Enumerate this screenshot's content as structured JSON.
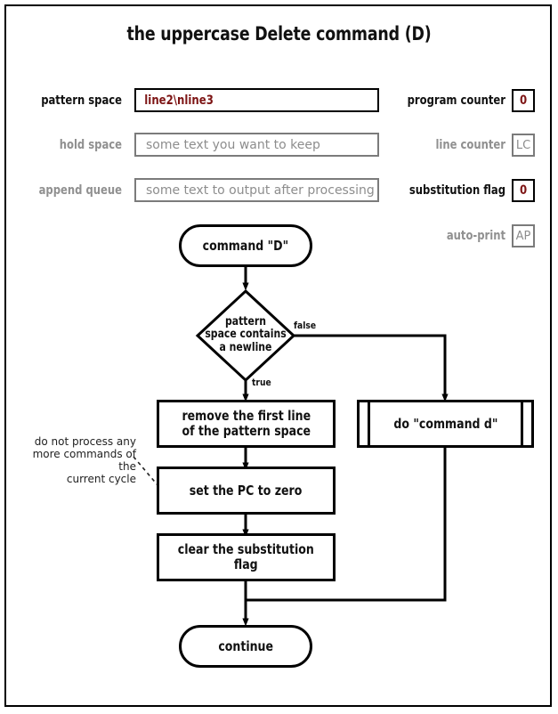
{
  "page": {
    "title": "the uppercase Delete command (D)",
    "border_color": "#000000",
    "background": "#ffffff"
  },
  "registers": {
    "left": [
      {
        "name": "pattern-space",
        "label": "pattern space",
        "value": "line2\\nline3",
        "state": "active",
        "value_color": "#7d1414"
      },
      {
        "name": "hold-space",
        "label": "hold space",
        "placeholder": "some text you want to keep",
        "state": "inactive"
      },
      {
        "name": "append-queue",
        "label": "append queue",
        "placeholder": "some text to output after processing",
        "state": "inactive"
      }
    ],
    "right": [
      {
        "name": "program-counter",
        "label": "program counter",
        "value": "0",
        "state": "active",
        "value_color": "#7d1414"
      },
      {
        "name": "line-counter",
        "label": "line counter",
        "placeholder": "LC",
        "state": "inactive"
      },
      {
        "name": "substitution-flag",
        "label": "substitution flag",
        "value": "0",
        "state": "active",
        "value_color": "#7d1414"
      },
      {
        "name": "auto-print",
        "label": "auto-print",
        "placeholder": "AP",
        "state": "inactive"
      }
    ]
  },
  "flowchart": {
    "nodes": {
      "start": {
        "label": "command \"D\"",
        "shape": "terminal"
      },
      "decision": {
        "label": "pattern\nspace contains\na newline",
        "shape": "decision"
      },
      "remove_first_line": {
        "label": "remove the first line\nof the pattern space",
        "shape": "process"
      },
      "do_command_d": {
        "label": "do \"command d\"",
        "shape": "subroutine"
      },
      "set_pc_zero": {
        "label": "set the PC to zero",
        "shape": "process"
      },
      "clear_sub_flag": {
        "label": "clear the substitution\nflag",
        "shape": "process"
      },
      "end": {
        "label": "continue",
        "shape": "terminal"
      }
    },
    "edge_labels": {
      "true": "true",
      "false": "false"
    },
    "annotation": "do not process any\nmore commands of the\ncurrent cycle"
  }
}
